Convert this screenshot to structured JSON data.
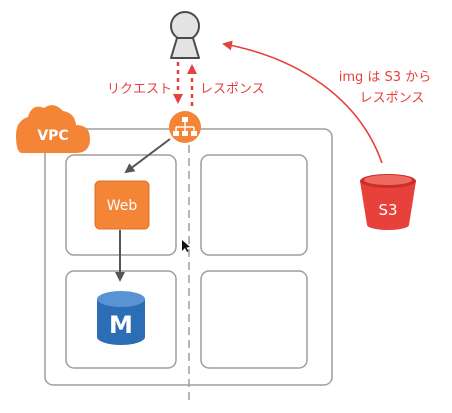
{
  "labels": {
    "request": "リクエスト",
    "response": "レスポンス",
    "vpc": "VPC",
    "web": "Web",
    "db_letter": "M",
    "s3": "S3",
    "s3_note_line1": "img は S3 から",
    "s3_note_line2": "レスポンス"
  },
  "colors": {
    "accent_red": "#e8413c",
    "orange": "#f58536",
    "blue": "#2c6eb5",
    "gray_line": "#9e9e9e"
  },
  "icons": {
    "user": "user-icon",
    "load_balancer": "load-balancer-icon",
    "web_server": "ec2-web-icon",
    "database": "rds-database-icon",
    "storage": "s3-bucket-icon",
    "cloud": "cloud-icon",
    "cursor": "mouse-cursor-icon"
  }
}
